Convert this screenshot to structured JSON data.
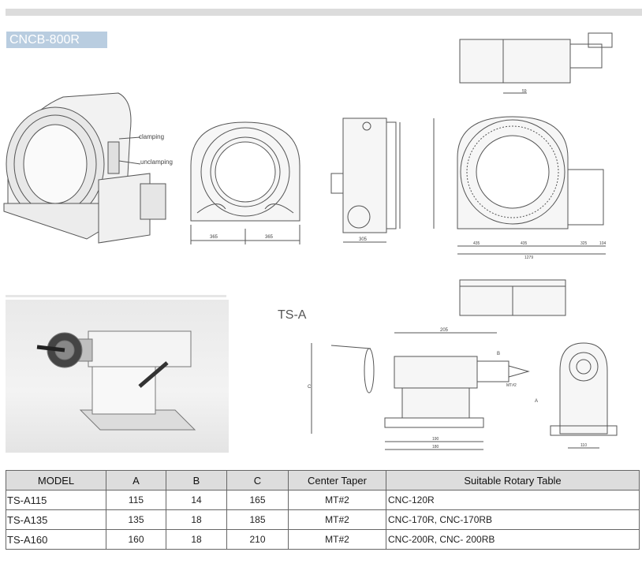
{
  "header": {
    "model_tag": "CNCB-800R",
    "tailstock_title": "TS-A"
  },
  "callouts": {
    "clamping": "clamping",
    "unclamping": "unclamping"
  },
  "dimensions": {
    "front_left": "365",
    "front_right": "365",
    "side_width": "305",
    "plan_left": "435",
    "plan_mid": "435",
    "plan_right": "325",
    "plan_end": "104",
    "plan_total": "1279",
    "top_offset": "59",
    "ts_length": "205",
    "ts_a": "A",
    "ts_b": "B",
    "ts_c": "C",
    "ts_base1": "190",
    "ts_base2": "180",
    "ts_side": "110",
    "ts_mt": "MT#2"
  },
  "table": {
    "headers": [
      "MODEL",
      "A",
      "B",
      "C",
      "Center Taper",
      "Suitable Rotary Table"
    ],
    "rows": [
      [
        "TS-A115",
        "115",
        "14",
        "165",
        "MT#2",
        "CNC-120R"
      ],
      [
        "TS-A135",
        "135",
        "18",
        "185",
        "MT#2",
        "CNC-170R, CNC-170RB"
      ],
      [
        "TS-A160",
        "160",
        "18",
        "210",
        "MT#2",
        "CNC-200R, CNC- 200RB"
      ]
    ]
  },
  "colors": {
    "tag_bg": "#b9cde0",
    "rule": "#dcdcdc",
    "table_header_bg": "#dddddd",
    "line": "#555555"
  }
}
